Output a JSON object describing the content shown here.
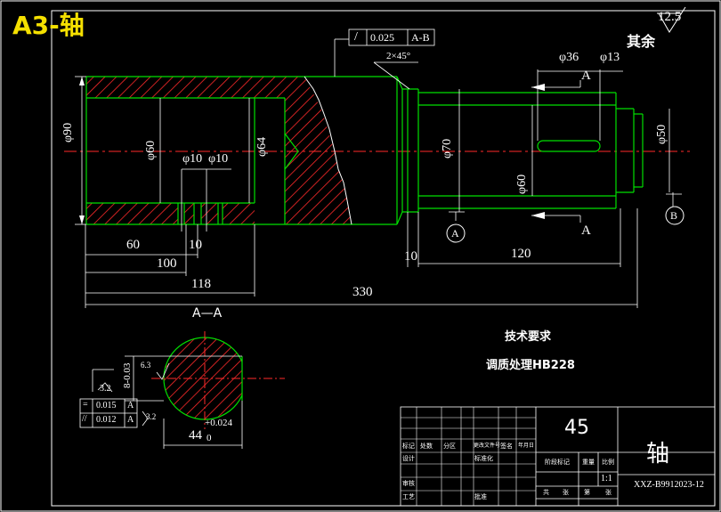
{
  "sheet": {
    "corner_label": "A3-轴",
    "corner_color": "#f5e000",
    "roughness_value": "12.5",
    "roughness_rest": "其余"
  },
  "tolerance_frame": {
    "symbol": "/",
    "value": "0.025",
    "datum": "A-B"
  },
  "chamfer": "2×45°",
  "diameters": {
    "d90": "φ90",
    "d60_bore": "φ60",
    "d10a": "φ10",
    "d10b": "φ10",
    "d64": "φ64",
    "d70": "φ70",
    "d60_key": "φ60",
    "d36": "φ36",
    "d13": "φ13",
    "d50": "φ50"
  },
  "lengths": {
    "l60": "60",
    "l10": "10",
    "l100": "100",
    "l118": "118",
    "l330": "330",
    "l10b": "10",
    "l120": "120"
  },
  "section_marks": {
    "a_top": "A",
    "a_bottom": "A",
    "datum_a": "A",
    "datum_b": "B"
  },
  "section_view": {
    "title": "A—A",
    "dim_44": "44",
    "tol_upper": "+0.024",
    "tol_lower": "0",
    "dim_b": "8-0.03",
    "rough_left": "3.2",
    "rough_small": "6.3",
    "rough_bottom": "3.2",
    "tol_rows": [
      {
        "sym": "=",
        "value": "0.015",
        "datum": "A"
      },
      {
        "sym": "//",
        "value": "0.012",
        "datum": "A"
      }
    ]
  },
  "notes": {
    "heading": "技术要求",
    "item": "调质处理HB228"
  },
  "title_block": {
    "material": "45",
    "part_name": "轴",
    "drawing_no": "XXZ-B9912023-12",
    "scale": "1:1",
    "stage_label": "阶段标记",
    "weight_label": "重量",
    "ratio_label": "比例",
    "sheets_total": "共",
    "sheet_word": "张",
    "sheet_no": "第",
    "sheet_word2": "张",
    "row_labels": [
      "标记",
      "处数",
      "分区",
      "更改文件号",
      "签名",
      "年月日"
    ],
    "designer": "设计",
    "standardize": "标准化",
    "review": "审核",
    "process": "工艺",
    "approve": "批准"
  },
  "colors": {
    "outline": "#00e000",
    "hatch": "#ff2a2a",
    "frame": "#ffffff",
    "center": "#ff2a2a"
  }
}
